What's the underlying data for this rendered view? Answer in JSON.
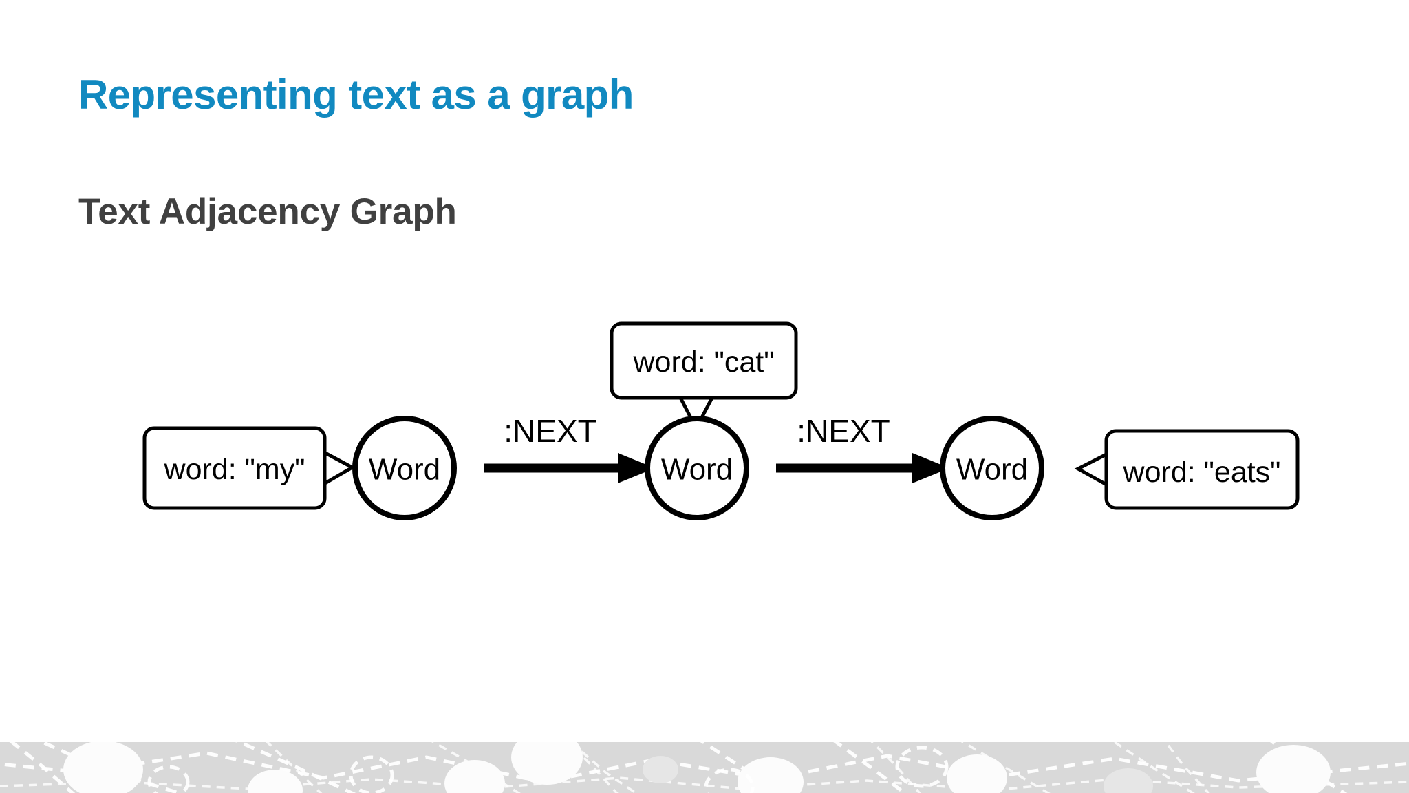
{
  "slide": {
    "title": "Representing text as a graph",
    "subtitle": "Text Adjacency Graph",
    "title_color": "#1189C0",
    "subtitle_color": "#404040",
    "background_color": "#FFFFFF"
  },
  "diagram": {
    "type": "node-link-graph",
    "nodes": [
      {
        "id": "n1",
        "label": "Word"
      },
      {
        "id": "n2",
        "label": "Word"
      },
      {
        "id": "n3",
        "label": "Word"
      }
    ],
    "edges": [
      {
        "from": "n1",
        "to": "n2",
        "label": ":NEXT"
      },
      {
        "from": "n2",
        "to": "n3",
        "label": ":NEXT"
      }
    ],
    "callouts": [
      {
        "target": "n1",
        "text": "word: \"my\"",
        "position": "left"
      },
      {
        "target": "n2",
        "text": "word: \"cat\"",
        "position": "above"
      },
      {
        "target": "n3",
        "text": "word: \"eats\"",
        "position": "right"
      }
    ]
  },
  "footer": {
    "pattern": "dashed-network-graph",
    "band_color": "#D9D9D9",
    "accent_color": "#FFFFFF"
  }
}
